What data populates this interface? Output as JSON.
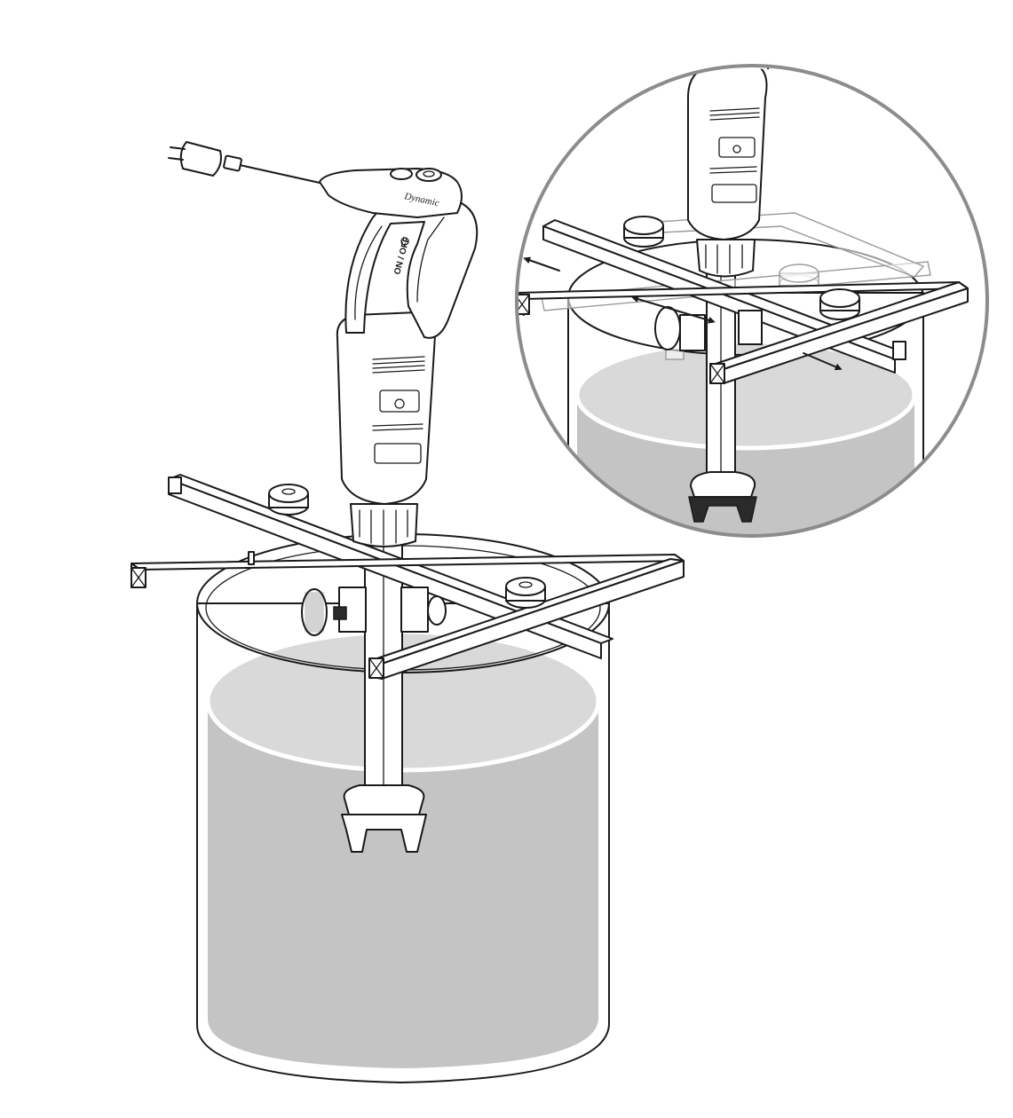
{
  "colors": {
    "line": "#1a1a1a",
    "liquid_top": "#d9d9d9",
    "liquid_body": "#c4c4c4",
    "detail_circle": "#8c8c8c",
    "ghost_line": "#9a9a9a"
  },
  "illustration": {
    "main_view": "immersion-blender-on-pot-support-bar",
    "detail_view": "adjustable-support-bar-detail",
    "arrows": [
      "move-left-arrow",
      "move-diagonal-arrow",
      "move-right-arrow"
    ]
  },
  "device": {
    "brand_mark": "Dynamic",
    "switch_label": "ON / OFF"
  }
}
